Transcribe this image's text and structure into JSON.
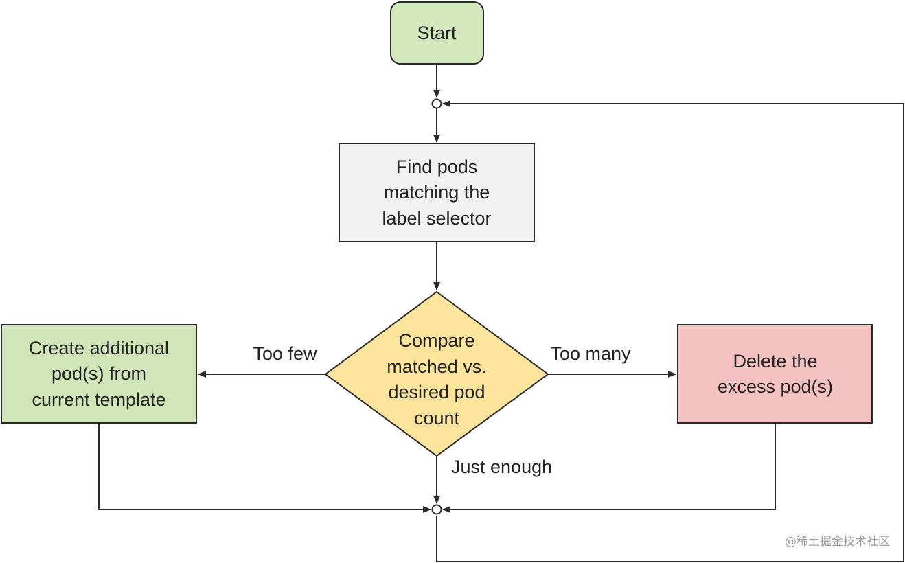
{
  "nodes": {
    "start": {
      "lines": [
        "Start"
      ],
      "fill": "#d4e8be"
    },
    "find": {
      "lines": [
        "Find pods",
        "matching the",
        "label selector"
      ],
      "fill": "#f2f2f2"
    },
    "compare": {
      "lines": [
        "Compare",
        "matched vs.",
        "desired pod",
        "count"
      ],
      "fill": "#fde49c"
    },
    "create": {
      "lines": [
        "Create additional",
        "pod(s) from",
        "current template"
      ],
      "fill": "#d0e5b8"
    },
    "delete": {
      "lines": [
        "Delete the",
        "excess pod(s)"
      ],
      "fill": "#f5c2c2"
    }
  },
  "edges": {
    "too_few": "Too few",
    "too_many": "Too many",
    "just_enough": "Just enough"
  },
  "watermark": "@稀土掘金技术社区"
}
